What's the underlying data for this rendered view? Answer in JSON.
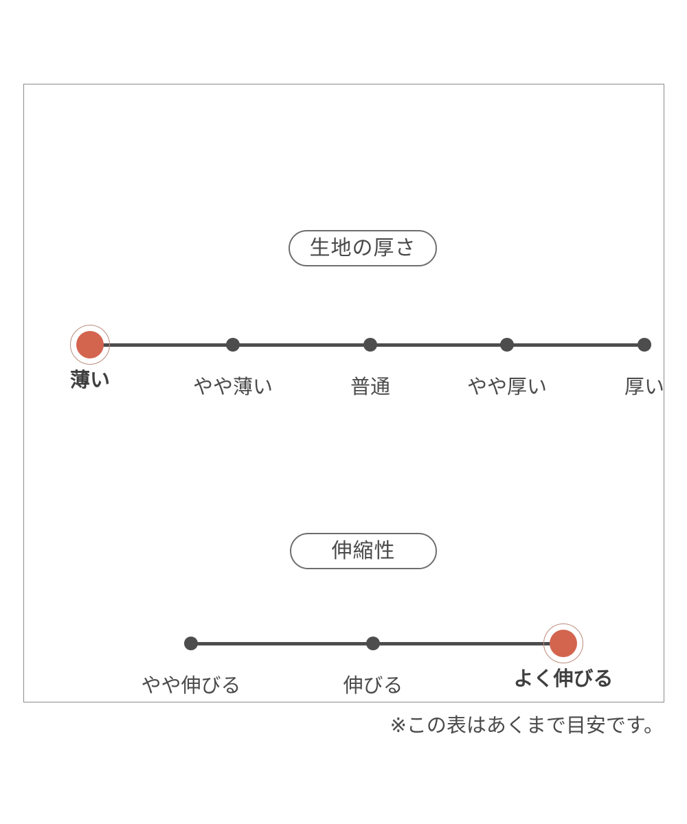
{
  "chart_data": {
    "type": "scatter",
    "title": "",
    "note": "※この表はあくまで目安です。",
    "scales": [
      {
        "id": "fabric-thickness",
        "title": "生地の厚さ",
        "categories": [
          "薄い",
          "やや薄い",
          "普通",
          "やや厚い",
          "厚い"
        ],
        "x": [
          96,
          304,
          504,
          703,
          903
        ],
        "selected_index": 0,
        "selected_label": "薄い",
        "values": [
          1,
          0,
          0,
          0,
          0
        ]
      },
      {
        "id": "stretchiness",
        "title": "伸縮性",
        "categories": [
          "やや伸びる",
          "伸びる",
          "よく伸びる"
        ],
        "x": [
          243,
          508,
          785
        ],
        "selected_index": 2,
        "selected_label": "よく伸びる",
        "values": [
          0,
          0,
          1
        ]
      }
    ],
    "colors": {
      "active_dot": "#d3654f",
      "active_ring": "#b98a7a",
      "inactive_dot": "#4d4d4d",
      "line": "#4d4d4d",
      "text": "#4a4a4a",
      "frame_border": "#8a8a8a",
      "pill_border": "#6d6d6d",
      "background": "#ffffff"
    },
    "legend": "none",
    "grid": false
  }
}
